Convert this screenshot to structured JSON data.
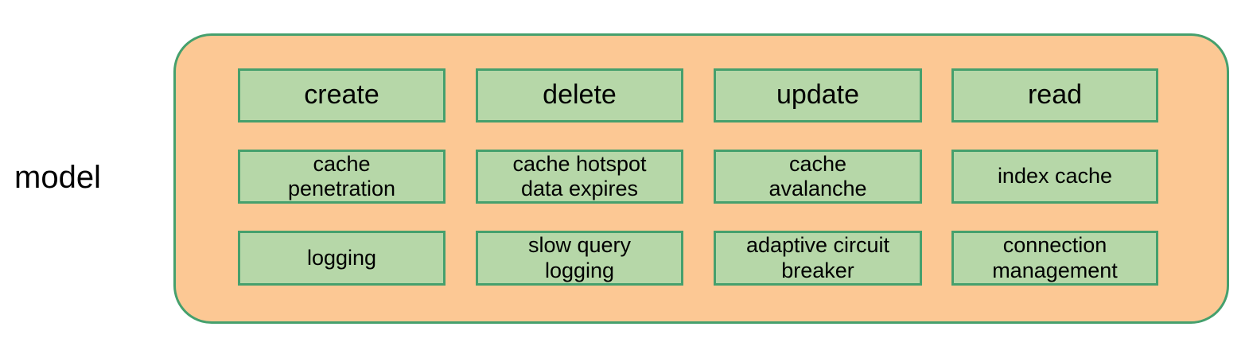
{
  "diagram": {
    "group_label": "model",
    "container": {
      "name": "model-group-container",
      "fill_color": "#fcc894",
      "border_color": "#45a06d"
    },
    "node_style": {
      "fill_color": "#b6d7a8",
      "border_color": "#45a06d",
      "text_color": "#000000"
    },
    "rows": [
      {
        "name": "operations-row",
        "nodes": [
          {
            "label": "create"
          },
          {
            "label": "delete"
          },
          {
            "label": "update"
          },
          {
            "label": "read"
          }
        ]
      },
      {
        "name": "cache-concerns-row",
        "nodes": [
          {
            "label": "cache\npenetration"
          },
          {
            "label": "cache hotspot\ndata expires"
          },
          {
            "label": "cache\navalanche"
          },
          {
            "label": "index cache"
          }
        ]
      },
      {
        "name": "reliability-row",
        "nodes": [
          {
            "label": "logging"
          },
          {
            "label": "slow query\nlogging"
          },
          {
            "label": "adaptive circuit\nbreaker"
          },
          {
            "label": "connection\nmanagement"
          }
        ]
      }
    ]
  }
}
